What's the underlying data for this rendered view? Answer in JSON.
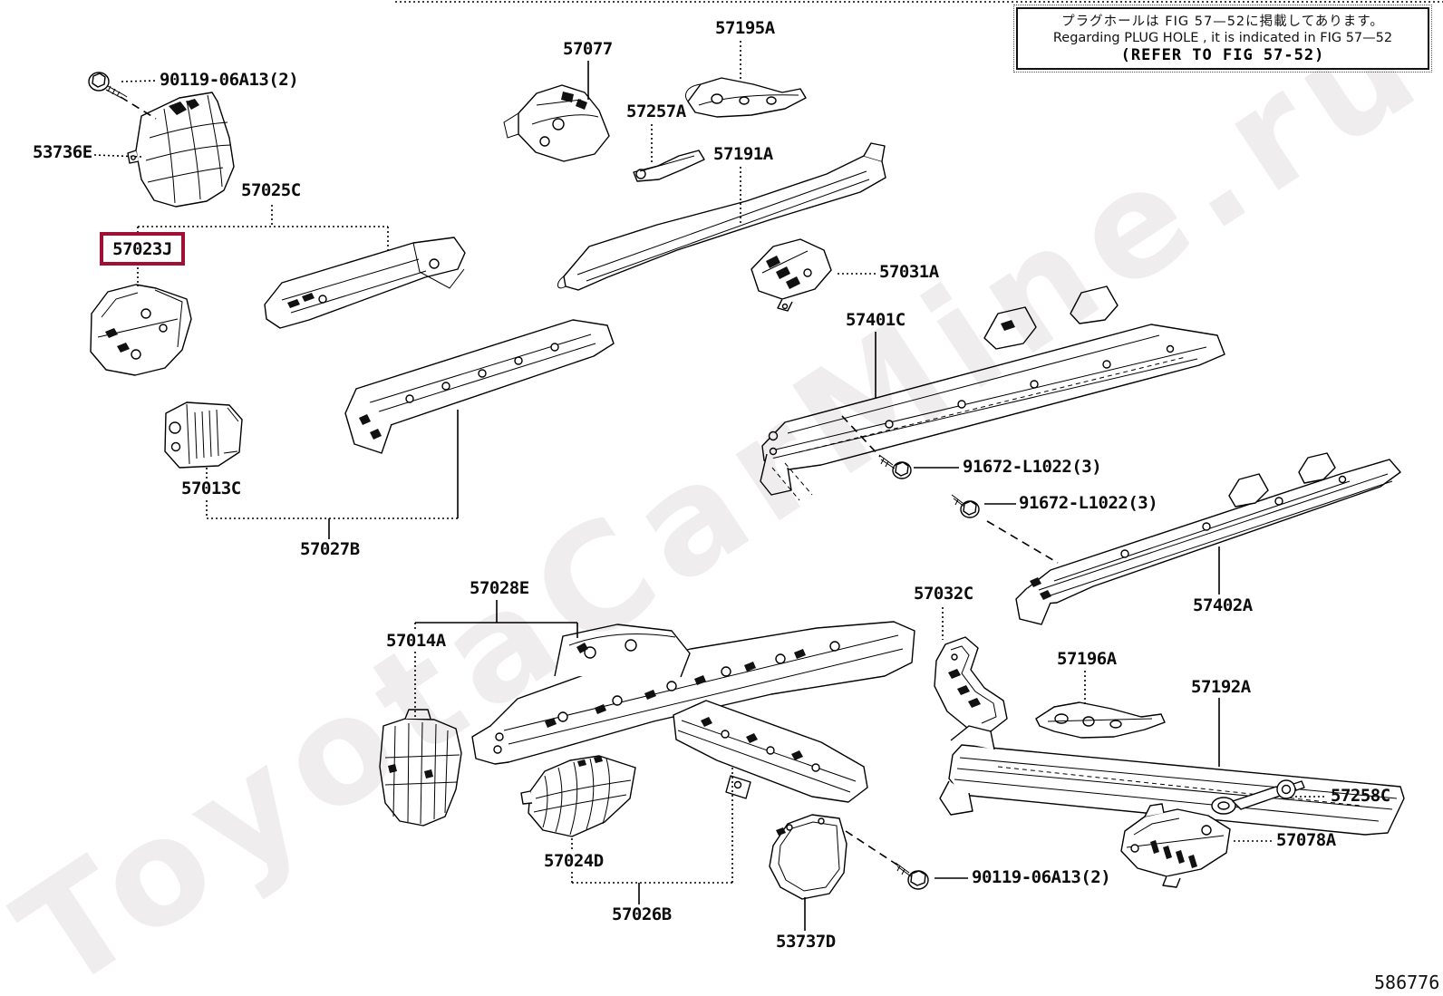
{
  "figure": {
    "doc_number": "586776",
    "watermark": "ToyotaCarMine.ru",
    "highlight_color": "#9e1134",
    "info_box": {
      "line_jp": "プラグホールは FIG 57—52に掲載してあります。",
      "line_en": "Regarding PLUG HOLE , it is indicated in FIG 57—52",
      "line_ref": "(REFER TO FIG 57-52)"
    },
    "labels": [
      {
        "part": "90119-06A13(2)"
      },
      {
        "part": "53736E"
      },
      {
        "part": "57025C"
      },
      {
        "part": "57023J",
        "highlighted": true
      },
      {
        "part": "57077"
      },
      {
        "part": "57195A"
      },
      {
        "part": "57257A"
      },
      {
        "part": "57191A"
      },
      {
        "part": "57031A"
      },
      {
        "part": "57401C"
      },
      {
        "part": "91672-L1022(3)"
      },
      {
        "part": "91672-L1022(3)"
      },
      {
        "part": "57402A"
      },
      {
        "part": "57032C"
      },
      {
        "part": "57196A"
      },
      {
        "part": "57192A"
      },
      {
        "part": "57258C"
      },
      {
        "part": "57078A"
      },
      {
        "part": "57013C"
      },
      {
        "part": "57027B"
      },
      {
        "part": "57028E"
      },
      {
        "part": "57014A"
      },
      {
        "part": "57024D"
      },
      {
        "part": "57026B"
      },
      {
        "part": "53737D"
      },
      {
        "part": "90119-06A13(2)"
      }
    ]
  }
}
